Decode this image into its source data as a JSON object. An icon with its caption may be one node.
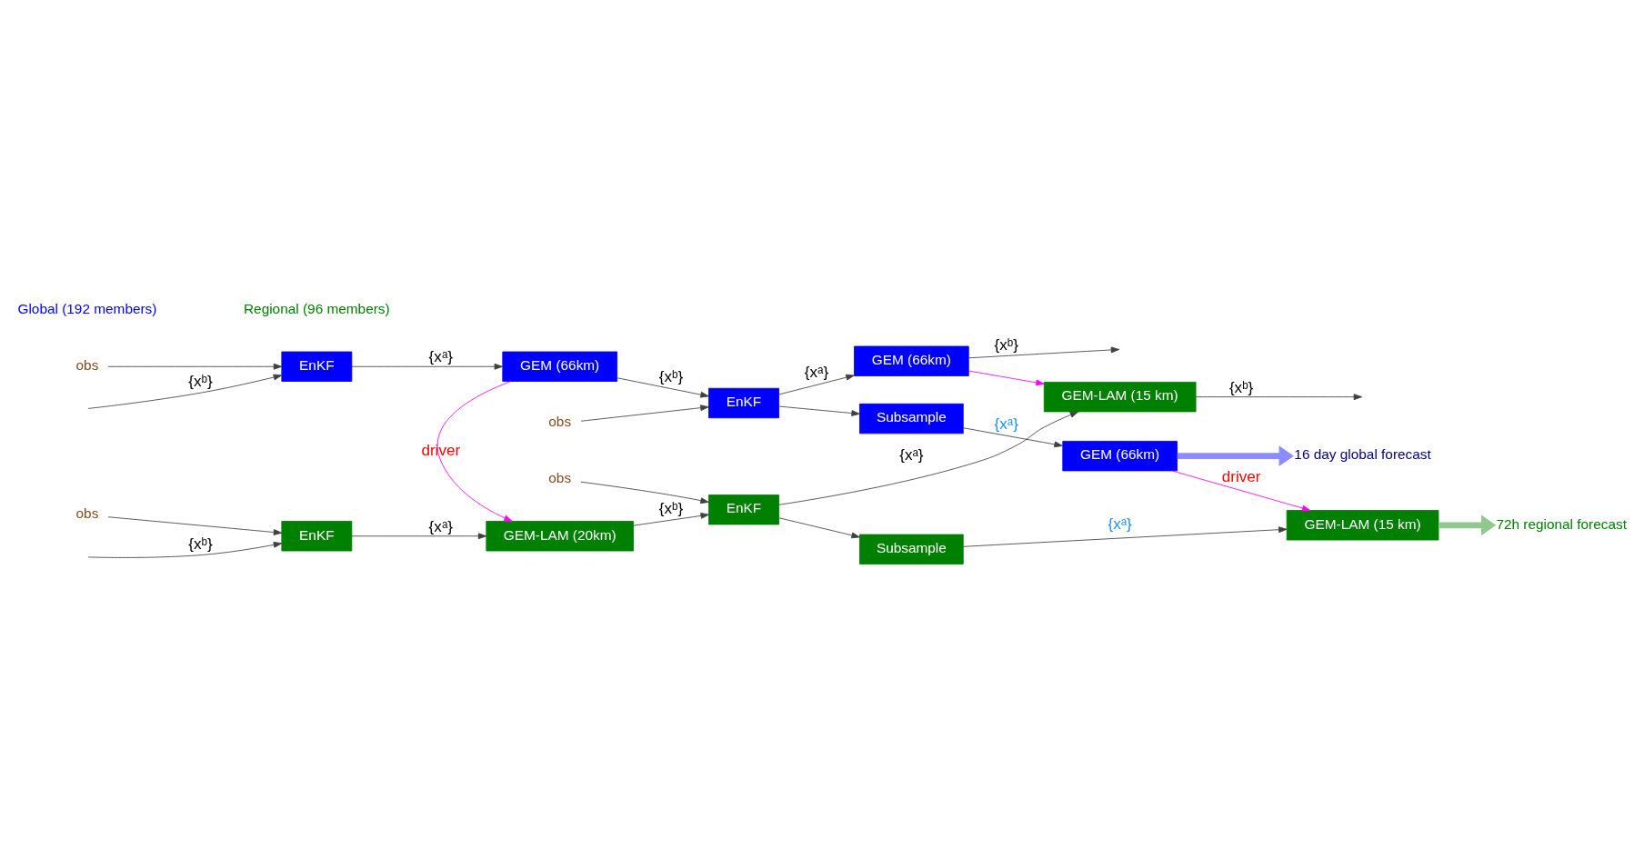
{
  "diagram": {
    "nodes": [
      {
        "text": [
          "EnKF"
        ]
      },
      {
        "text": [
          "GEM (66km)"
        ]
      },
      {
        "text": [
          "EnKF"
        ]
      },
      {
        "text": [
          "GEM (66km)"
        ]
      },
      {
        "text": [
          "Subsample"
        ]
      },
      {
        "text": [
          "GEM (66km)"
        ]
      },
      {
        "text": [
          "16 day global forecast"
        ]
      },
      {
        "text": [
          "Subsample"
        ]
      },
      {
        "text": [
          "GEM-LAM (15 km)"
        ]
      },
      {
        "text": [
          "72h regional forecast"
        ]
      },
      {
        "text": [
          "EnKF"
        ]
      },
      {
        "text": [
          "GEM-LAM (20km)"
        ]
      },
      {
        "text": [
          "EnKF"
        ]
      },
      {
        "text": [
          "GEM-LAM (15 km)"
        ]
      },
      {
        "text": [
          "obs"
        ]
      },
      {
        "text": [
          "obs"
        ]
      },
      {
        "text": [
          "obs"
        ]
      },
      {
        "text": [
          "obs"
        ]
      }
    ],
    "edges": [
      {
        "from": null,
        "to": 0,
        "arrow": "to",
        "label": "{xᵇ}"
      },
      {
        "from": 0,
        "to": 1,
        "arrow": "to",
        "label": "{xᵃ}"
      },
      {
        "from": 1,
        "to": 2,
        "arrow": "to",
        "label": "{xᵇ}"
      },
      {
        "from": 2,
        "to": 3,
        "arrow": "to",
        "label": "{xᵃ}"
      },
      {
        "from": 3,
        "to": null,
        "arrow": "to",
        "label": "{xᵇ}"
      },
      {
        "from": 2,
        "to": 4,
        "arrow": "to"
      },
      {
        "from": 4,
        "to": 5,
        "arrow": "to",
        "label": "{xᵃ}"
      },
      {
        "from": 5,
        "to": 6,
        "arrow": "to",
        "style": "thick",
        "color": "#8c8cff"
      },
      {
        "from": 1,
        "to": 11,
        "arrow": "to",
        "label": "driver",
        "color": "#ff00ff"
      },
      {
        "from": 5,
        "to": 8,
        "arrow": "to",
        "label": "driver",
        "color": "#ff00ff"
      },
      {
        "from": 3,
        "to": 13,
        "arrow": "to",
        "color": "#ff00ff"
      },
      {
        "from": 7,
        "to": 8,
        "arrow": "to",
        "label": "{xᵃ}"
      },
      {
        "from": 8,
        "to": 9,
        "arrow": "to",
        "style": "thick",
        "color": "#90c890"
      },
      {
        "from": null,
        "to": 10,
        "arrow": "to",
        "label": "{xᵇ}"
      },
      {
        "from": 10,
        "to": 11,
        "arrow": "to",
        "label": "{xᵃ}"
      },
      {
        "from": 11,
        "to": 12,
        "arrow": "to",
        "label": "{xᵇ}"
      },
      {
        "from": 12,
        "to": 13,
        "arrow": "to",
        "label": "{xᵃ}"
      },
      {
        "from": 12,
        "to": 7,
        "arrow": "to"
      },
      {
        "from": 13,
        "to": null,
        "arrow": "to",
        "label": "{xᵇ}"
      },
      {
        "from": 14,
        "to": 0,
        "arrow": "to"
      },
      {
        "from": 15,
        "to": 2,
        "arrow": "to"
      },
      {
        "from": 16,
        "to": 10,
        "arrow": "to"
      },
      {
        "from": 17,
        "to": 12,
        "arrow": "to"
      }
    ],
    "labels": [
      "Global (192 members)",
      "Regional (96 members)"
    ]
  }
}
